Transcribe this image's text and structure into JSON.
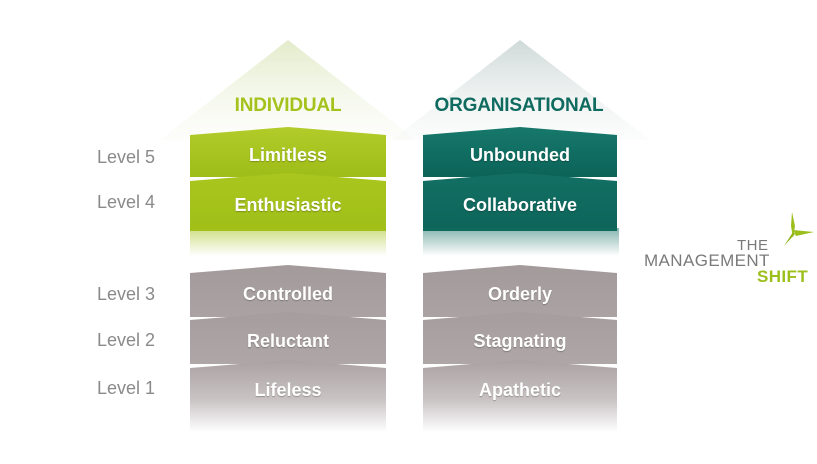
{
  "headers": {
    "individual": "INDIVIDUAL",
    "organisational": "ORGANISATIONAL"
  },
  "levels": [
    {
      "label": "Level 5",
      "individual": "Limitless",
      "organisational": "Unbounded"
    },
    {
      "label": "Level 4",
      "individual": "Enthusiastic",
      "organisational": "Collaborative"
    },
    {
      "label": "Level 3",
      "individual": "Controlled",
      "organisational": "Orderly"
    },
    {
      "label": "Level 2",
      "individual": "Reluctant",
      "organisational": "Stagnating"
    },
    {
      "label": "Level 1",
      "individual": "Lifeless",
      "organisational": "Apathetic"
    }
  ],
  "logo": {
    "the": "THE",
    "management": "MANAGEMENT",
    "shift": "SHIFT"
  },
  "colors": {
    "individual_green": "#a4c21c",
    "organisational_teal": "#0f6b5f",
    "lower_grey": "#a79e9f",
    "level_label_grey": "#8a8a8a",
    "logo_grey": "#7a7a7a",
    "logo_green": "#9cbf1c"
  }
}
